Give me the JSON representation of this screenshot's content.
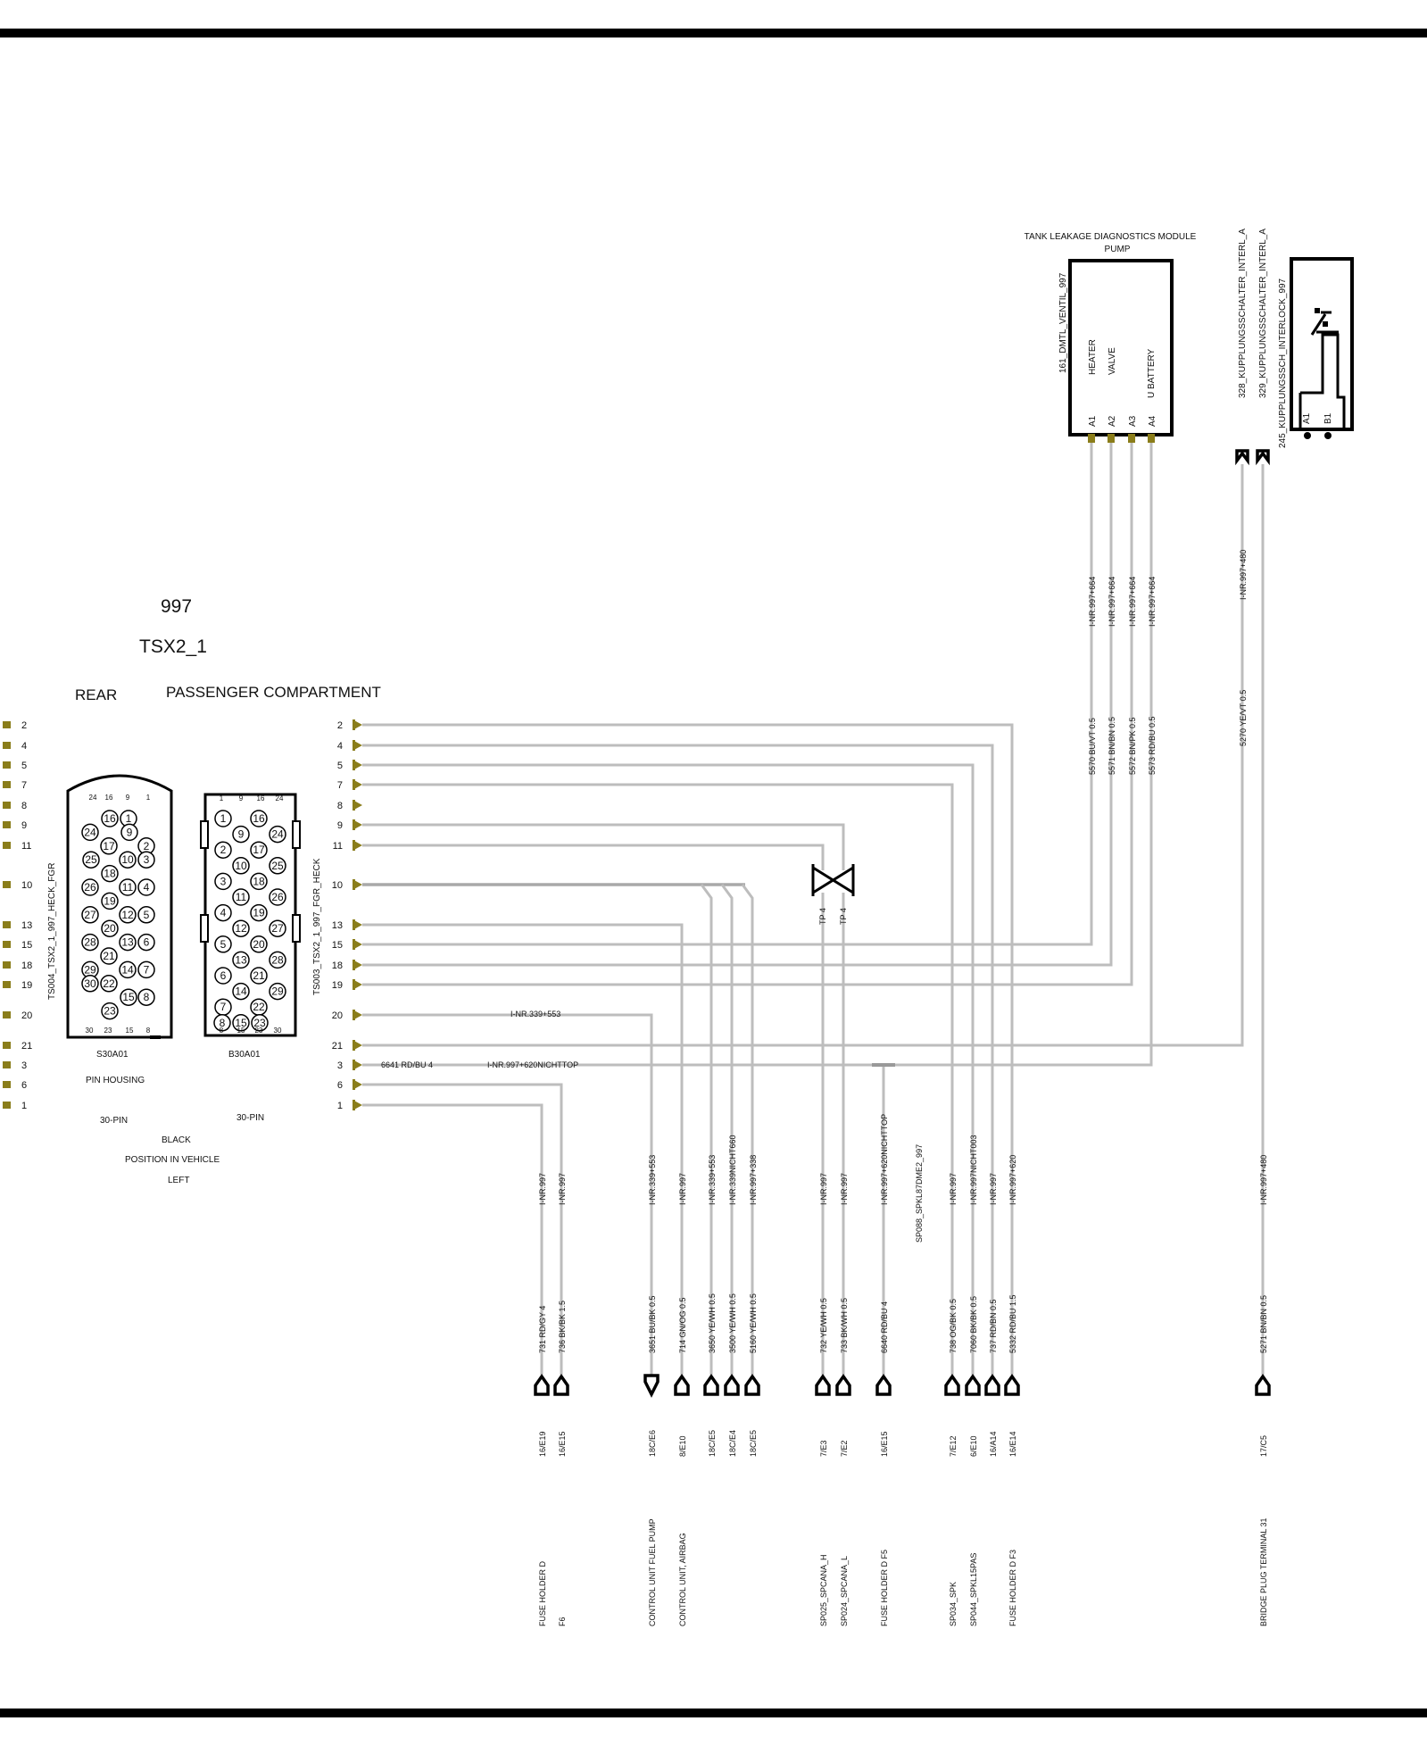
{
  "header": {
    "model": "997",
    "connector_name": "TSX2_1",
    "rear_label": "REAR",
    "passenger_label": "PASSENGER COMPARTMENT"
  },
  "connector_left": {
    "side_label": "TS004_TSX2_1_997_HECK_FGR",
    "housing_code": "S30A01",
    "housing_type": "PIN HOUSING",
    "pin_count": "30-PIN",
    "corner_numbers": [
      "24",
      "16",
      "9",
      "1",
      "30",
      "23",
      "15",
      "8"
    ],
    "cavity_rows": [
      [
        "16",
        "1"
      ],
      [
        "24",
        "9"
      ],
      [
        "17",
        "2"
      ],
      [
        "25",
        "10",
        "3"
      ],
      [
        "18"
      ],
      [
        "26",
        "11",
        "4"
      ],
      [
        "19"
      ],
      [
        "27",
        "12",
        "5"
      ],
      [
        "20"
      ],
      [
        "28",
        "13",
        "6"
      ],
      [
        "21"
      ],
      [
        "29",
        "14",
        "7"
      ],
      [
        "30",
        "22"
      ],
      [
        "15",
        "8"
      ],
      [
        "23"
      ]
    ]
  },
  "connector_right": {
    "side_label": "TS003_TSX2_1_997_FGR_HECK",
    "housing_code": "B30A01",
    "pin_count": "30-PIN",
    "corner_numbers": [
      "1",
      "9",
      "16",
      "24",
      "8",
      "15",
      "23",
      "30"
    ],
    "cavity_rows": [
      [
        "1",
        "16"
      ],
      [
        "9",
        "24"
      ],
      [
        "2",
        "17"
      ],
      [
        "10",
        "25"
      ],
      [
        "3",
        "18"
      ],
      [
        "11",
        "26"
      ],
      [
        "4",
        "19"
      ],
      [
        "12",
        "27"
      ],
      [
        "5",
        "20"
      ],
      [
        "13",
        "28"
      ],
      [
        "6",
        "21"
      ],
      [
        "14",
        "29"
      ],
      [
        "7",
        "22"
      ],
      [
        "8",
        "15",
        "23"
      ]
    ]
  },
  "info": {
    "color": "BLACK",
    "position_label": "POSITION IN VEHICLE",
    "position_value": "LEFT"
  },
  "pins_left": [
    "2",
    "4",
    "5",
    "7",
    "8",
    "9",
    "11",
    "10",
    "13",
    "15",
    "18",
    "19",
    "20",
    "21",
    "3",
    "6",
    "1"
  ],
  "pins_right": [
    "2",
    "4",
    "5",
    "7",
    "8",
    "9",
    "11",
    "10",
    "13",
    "15",
    "18",
    "19",
    "20",
    "21",
    "3",
    "6",
    "1"
  ],
  "horizontal_labels": {
    "pin20": "I-NR.339+553",
    "pin3_wire": "6641 RD/BU 4",
    "pin3_inr": "I-NR.997+620NICHTTOP"
  },
  "tank_module": {
    "title": "TANK LEAKAGE DIAGNOSTICS MODULE",
    "subtitle": "PUMP",
    "id_label": "161_DMTL_VENTIL_997",
    "functions": [
      "HEATER",
      "VALVE",
      "",
      "U BATTERY"
    ],
    "pins": [
      "A1",
      "A2",
      "A3",
      "A4"
    ],
    "wires": [
      {
        "inr": "I-NR.997+664",
        "wire": "5570 BU/VT 0.5"
      },
      {
        "inr": "I-NR.997+664",
        "wire": "5571 BN/BN 0.5"
      },
      {
        "inr": "I-NR.997+664",
        "wire": "5572 BN/PK 0.5"
      },
      {
        "inr": "I-NR.997+664",
        "wire": "5573 RD/BU 0.5"
      }
    ]
  },
  "clutch_switch": {
    "labels": [
      "328_KUPPLUNGSSCHALTER_INTERL_A",
      "329_KUPPLUNGSSCHALTER_INTERL_A",
      "245_KUPPLUNGSSCH_INTERLOCK_997"
    ],
    "pins": [
      "A1",
      "B1"
    ],
    "wire_inr": "I-NR.997+480",
    "wire": "5270 YE/VT 0.5"
  },
  "twisted_pair": {
    "label_a": "TP 4",
    "label_b": "TP 4"
  },
  "splice_label": "SP088_SPKL87DME2_997",
  "bottom_wires": [
    {
      "inr": "I-NR.997",
      "wire": "731 RD/GY 4",
      "ref": "16/E19",
      "dest": "FUSE HOLDER D"
    },
    {
      "inr": "I-NR.997",
      "wire": "736 BK/BK 1.5",
      "ref": "16/E15",
      "dest": "F6"
    },
    {
      "inr": "I-NR.339+553",
      "wire": "3651 BU/BK 0.5",
      "ref": "18C/E6",
      "dest": "CONTROL UNIT  FUEL PUMP"
    },
    {
      "inr": "I-NR.997",
      "wire": "714 GN/OG 0.5",
      "ref": "8/E10",
      "dest": "CONTROL UNIT, AIRBAG"
    },
    {
      "inr": "I-NR.339+553",
      "wire": "3650 YE/WH 0.5",
      "ref": "18C/E5",
      "dest": ""
    },
    {
      "inr": "I-NR.339NICHT660",
      "wire": "3500 YE/WH 0.5",
      "ref": "18C/E4",
      "dest": ""
    },
    {
      "inr": "I-NR.997+338",
      "wire": "5160 YE/WH 0.5",
      "ref": "18C/E5",
      "dest": ""
    },
    {
      "inr": "I-NR.997",
      "wire": "732 YE/WH 0.5",
      "ref": "7/E3",
      "dest": "SP025_SPCANA_H"
    },
    {
      "inr": "I-NR.997",
      "wire": "733 BK/WH 0.5",
      "ref": "7/E2",
      "dest": "SP024_SPCANA_L"
    },
    {
      "inr": "I-NR.997+620NICHTTOP",
      "wire": "6640 RD/BU 4",
      "ref": "16/E15",
      "dest": "FUSE HOLDER D    F5"
    },
    {
      "inr": "I-NR.997",
      "wire": "738 OG/BK 0.5",
      "ref": "7/E12",
      "dest": "SP034_SPK"
    },
    {
      "inr": "I-NR.997NICHT003",
      "wire": "7060 BK/BK 0.5",
      "ref": "6/E10",
      "dest": "SP044_SPKL15PAS"
    },
    {
      "inr": "I-NR.997",
      "wire": "737 RD/BN 0.5",
      "ref": "16/A14",
      "dest": ""
    },
    {
      "inr": "I-NR.997+620",
      "wire": "5332 RD/BU 1.5",
      "ref": "16/E14",
      "dest": "FUSE HOLDER D     F3"
    },
    {
      "inr": "I-NR.997+480",
      "wire": "5271 BN/BN 0.5",
      "ref": "17/C5",
      "dest": "BRIDGE PLUG     TERMINAL 31"
    }
  ]
}
